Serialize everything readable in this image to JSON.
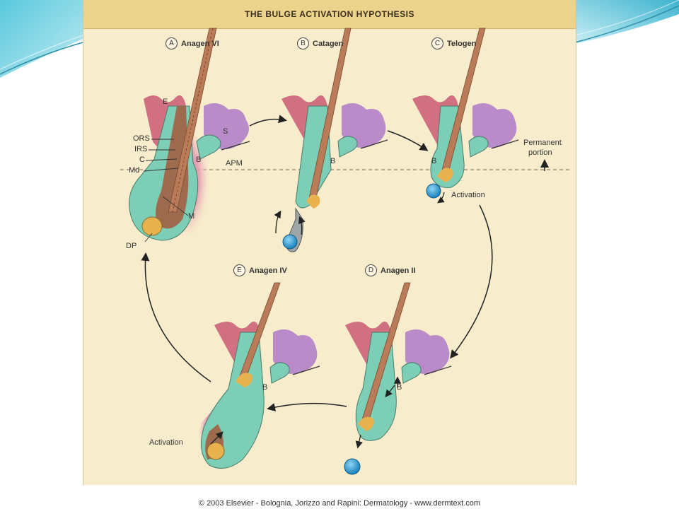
{
  "title": "THE BULGE ACTIVATION HYPOTHESIS",
  "panels": {
    "a": {
      "letter": "A",
      "name": "Anagen VI"
    },
    "b": {
      "letter": "B",
      "name": "Catagen"
    },
    "c": {
      "letter": "C",
      "name": "Telogen"
    },
    "d": {
      "letter": "D",
      "name": "Anagen II"
    },
    "e": {
      "letter": "E",
      "name": "Anagen IV"
    }
  },
  "labels": {
    "e": "E",
    "ors": "ORS",
    "irs": "IRS",
    "c": "C",
    "md": "Md",
    "s": "S",
    "b": "B",
    "apm": "APM",
    "m": "M",
    "dp": "DP",
    "permanent": "Permanent",
    "portion": "portion",
    "activation": "Activation"
  },
  "colors": {
    "background": "#f7eccc",
    "title_bar": "#ecd38c",
    "epidermis": "#c95b73",
    "sebaceous": "#b98bc8",
    "sheath": "#7ccfb6",
    "hair_shaft": "#b97b58",
    "papilla": "#e8b34f",
    "stem_cell": "#2fa1d8"
  },
  "copyright": "© 2003 Elsevier - Bolognia, Jorizzo and Rapini: Dermatology - www.dermtext.com"
}
